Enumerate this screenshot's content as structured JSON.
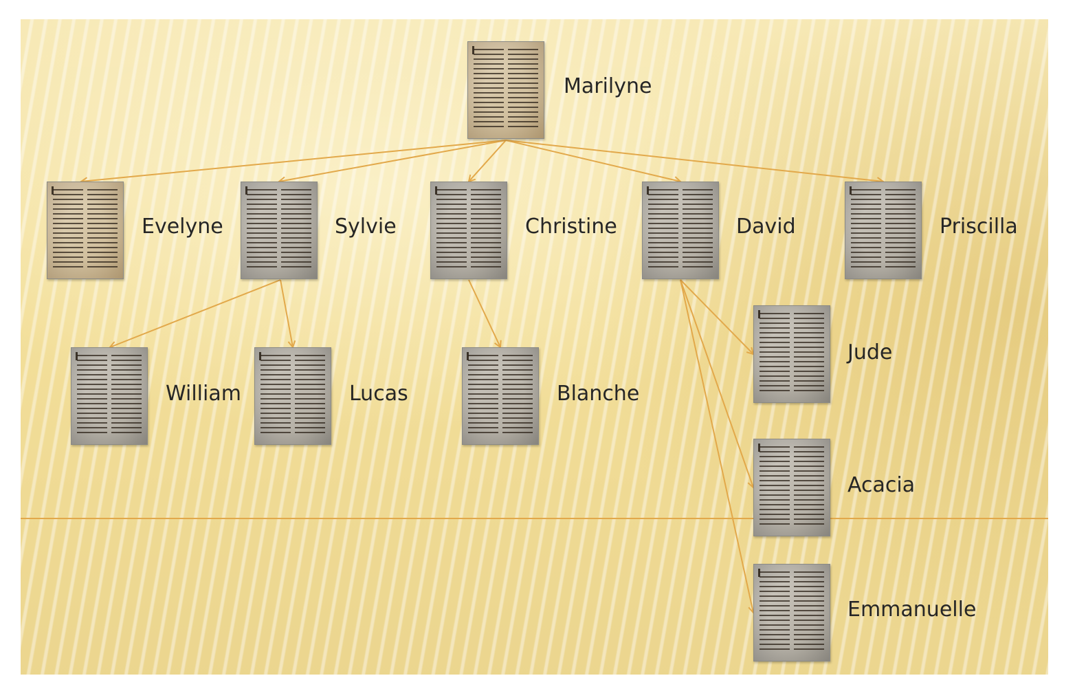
{
  "diagram": {
    "line_color": "#e2a84a",
    "nodes": [
      {
        "id": "marilyne",
        "name": "Marilyne",
        "parent": null,
        "page_style": "warm"
      },
      {
        "id": "evelyne",
        "name": "Evelyne",
        "parent": "marilyne",
        "page_style": "warm"
      },
      {
        "id": "sylvie",
        "name": "Sylvie",
        "parent": "marilyne",
        "page_style": "gray"
      },
      {
        "id": "christine",
        "name": "Christine",
        "parent": "marilyne",
        "page_style": "gray"
      },
      {
        "id": "david",
        "name": "David",
        "parent": "marilyne",
        "page_style": "gray"
      },
      {
        "id": "priscilla",
        "name": "Priscilla",
        "parent": "marilyne",
        "page_style": "gray"
      },
      {
        "id": "william",
        "name": "William",
        "parent": "sylvie",
        "page_style": "gray"
      },
      {
        "id": "lucas",
        "name": "Lucas",
        "parent": "sylvie",
        "page_style": "gray"
      },
      {
        "id": "blanche",
        "name": "Blanche",
        "parent": "christine",
        "page_style": "gray"
      },
      {
        "id": "jude",
        "name": "Jude",
        "parent": "david",
        "page_style": "gray"
      },
      {
        "id": "acacia",
        "name": "Acacia",
        "parent": "david",
        "page_style": "gray"
      },
      {
        "id": "emmanuelle",
        "name": "Emmanuelle",
        "parent": "david",
        "page_style": "gray"
      }
    ]
  }
}
